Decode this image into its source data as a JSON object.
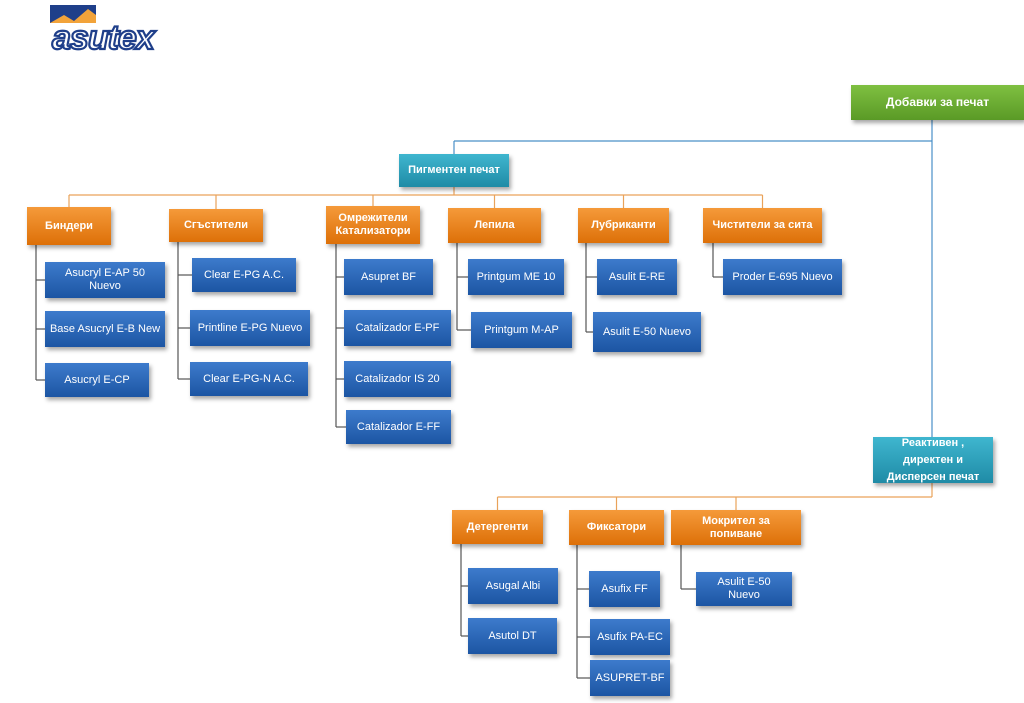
{
  "logo": {
    "text": "asutex",
    "icon": "asutex-logo"
  },
  "root": {
    "label": "Добавки за печат"
  },
  "pigment": {
    "label": "Пигментен печат",
    "groups": [
      {
        "label": "Биндери",
        "items": [
          "Asucryl E-AP 50 Nuevo",
          "Base Asucryl E-B New",
          "Asucryl E-CP"
        ]
      },
      {
        "label": "Сгъстители",
        "items": [
          "Clear E-PG A.C.",
          "Printline E-PG Nuevo",
          "Clear E-PG-N A.C."
        ]
      },
      {
        "label": "Омрежители\nКатализатори",
        "items": [
          "Asupret BF",
          "Catalizador E-PF",
          "Catalizador IS 20",
          "Catalizador E-FF"
        ]
      },
      {
        "label": "Лепила",
        "items": [
          "Printgum ME 10",
          "Printgum M-AP"
        ]
      },
      {
        "label": "Лубриканти",
        "items": [
          "Asulit E-RE",
          "Asulit E-50 Nuevo"
        ]
      },
      {
        "label": "Чистители за сита",
        "items": [
          "Proder E-695 Nuevo"
        ]
      }
    ]
  },
  "reactive": {
    "label": "Реактивен , директен и\nДисперсен печат",
    "groups": [
      {
        "label": "Детергенти",
        "items": [
          "Asugal Albi",
          "Asutol DT"
        ]
      },
      {
        "label": "Фиксатори",
        "items": [
          "Asufix FF",
          "Asufix PA-EC",
          "ASUPRET-BF"
        ]
      },
      {
        "label": "Мокрител за попиване",
        "items": [
          "Asulit E-50 Nuevo"
        ]
      }
    ]
  }
}
